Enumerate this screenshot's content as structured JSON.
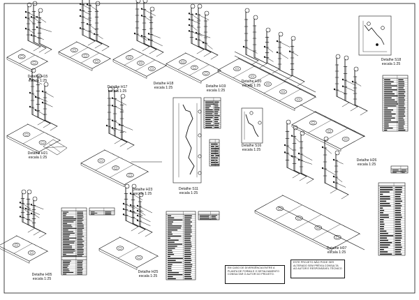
{
  "sheet": {
    "details": [
      {
        "id": "h15a",
        "name": "Detalhe H15",
        "scale": "escala 1:25"
      },
      {
        "id": "h17",
        "name": "Detalhe H17",
        "scale": "escala 1:25"
      },
      {
        "id": "h18",
        "name": "Detalhe H18",
        "scale": "escala 1:25"
      },
      {
        "id": "h19",
        "name": "Detalhe H19",
        "scale": "escala 1:25"
      },
      {
        "id": "h20",
        "name": "Detalhe H20",
        "scale": "escala 1:25"
      },
      {
        "id": "s18",
        "name": "Detalhe S18",
        "scale": "escala 1:25"
      },
      {
        "id": "h21",
        "name": "Detalhe H21",
        "scale": "escala 1:25"
      },
      {
        "id": "h23",
        "name": "Detalhe H23",
        "scale": "escala 1:25"
      },
      {
        "id": "s11",
        "name": "Detalhe S11",
        "scale": "escala 1:25"
      },
      {
        "id": "s16",
        "name": "Detalhe S16",
        "scale": "escala 1:25"
      },
      {
        "id": "h26",
        "name": "Detalhe H26",
        "scale": "escala 1:25"
      },
      {
        "id": "h05",
        "name": "Detalhe H05",
        "scale": "escala 1:25"
      },
      {
        "id": "h25",
        "name": "Detalhe H25",
        "scale": "escala 1:25"
      },
      {
        "id": "h07",
        "name": "Detalhe H07",
        "scale": "escala 1:25"
      }
    ],
    "notes": {
      "divergence": "EM CASO DE DIVERGÊNCIA ENTRE A PLANTA DE FORMA E O DETALHAMENTO CONSULTAR O AUTOR DO PROJETO.",
      "authorization": "ESTE PROJETO NÃO PODE SER ALTERADO SEM PRÉVIA CONSULTA AO AUTOR E RESPONSÁVEL TÉCNICO"
    },
    "colors": {
      "ink": "#111111",
      "paper": "#ffffff"
    }
  }
}
